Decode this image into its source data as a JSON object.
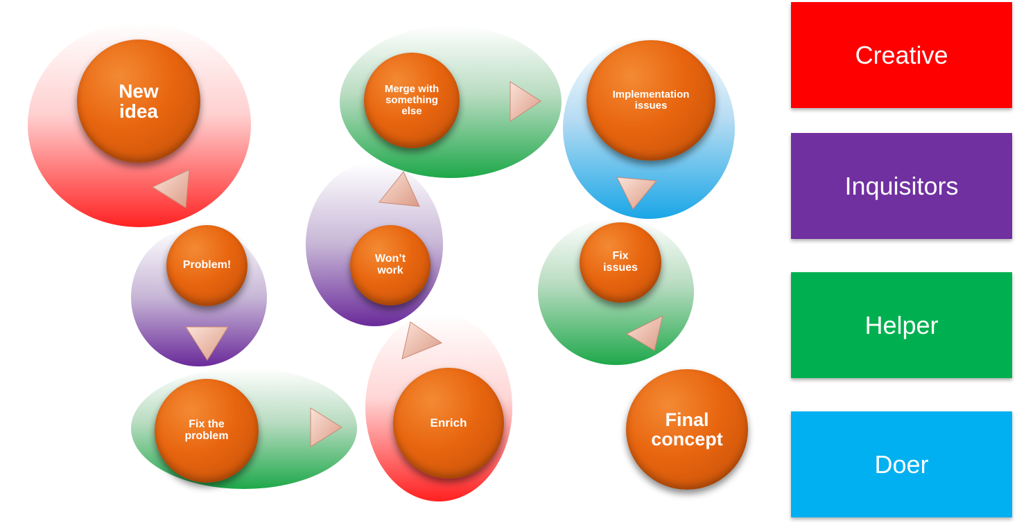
{
  "nodes": {
    "new_idea_l1": "New",
    "new_idea_l2": "idea",
    "problem": "Problem!",
    "fix_problem_l1": "Fix the",
    "fix_problem_l2": "problem",
    "enrich": "Enrich",
    "wont_work_l1": "Won’t",
    "wont_work_l2": "work",
    "merge_l1": "Merge with",
    "merge_l2": "something",
    "merge_l3": "else",
    "implementation_l1": "Implementation",
    "implementation_l2": "issues",
    "fix_issues_l1": "Fix",
    "fix_issues_l2": "issues",
    "final_l1": "Final",
    "final_l2": "concept"
  },
  "legend": [
    {
      "label": "Creative",
      "color": "#ff0000"
    },
    {
      "label": "Inquisitors",
      "color": "#7030a0"
    },
    {
      "label": "Helper",
      "color": "#00b050"
    },
    {
      "label": "Doer",
      "color": "#00b0f0"
    }
  ]
}
